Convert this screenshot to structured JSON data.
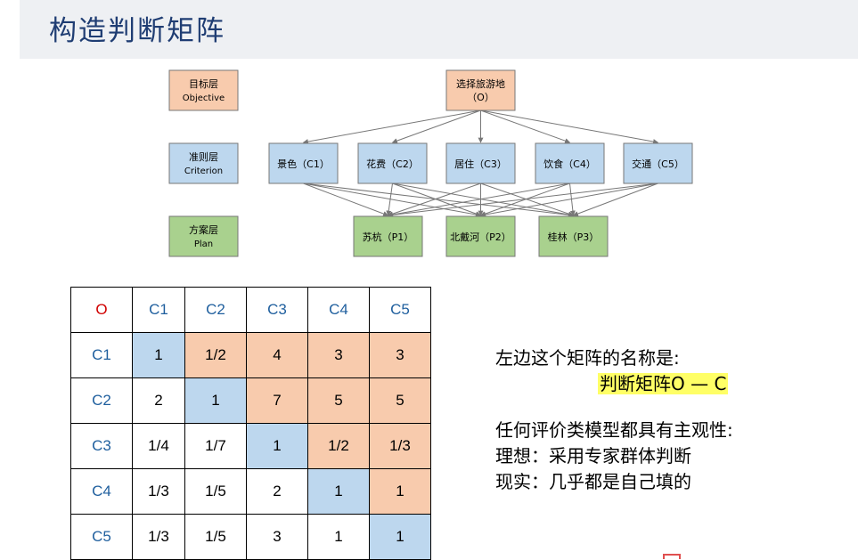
{
  "title": "构造判断矩阵",
  "hierarchy": {
    "levels": [
      {
        "name_cn": "目标层",
        "name_en": "Objective"
      },
      {
        "name_cn": "准则层",
        "name_en": "Criterion"
      },
      {
        "name_cn": "方案层",
        "name_en": "Plan"
      }
    ],
    "goal": {
      "line1": "选择旅游地",
      "line2": "（O）"
    },
    "criteria": [
      "景色（C1）",
      "花费（C2）",
      "居住（C3）",
      "饮食（C4）",
      "交通（C5）"
    ],
    "plans": [
      "苏杭（P1）",
      "北戴河（P2）",
      "桂林（P3）"
    ]
  },
  "colors": {
    "objective_fill": "#f8cbad",
    "criterion_fill": "#bdd7ee",
    "plan_fill": "#a9d18e",
    "diagonal_fill": "#bdd7ee",
    "upper_fill": "#f8cbad",
    "highlight": "#ffff66",
    "title_color": "#1f3d73"
  },
  "matrix": {
    "corner": "O",
    "headers": [
      "C1",
      "C2",
      "C3",
      "C4",
      "C5"
    ],
    "rows": [
      {
        "label": "C1",
        "cells": [
          "1",
          "1/2",
          "4",
          "3",
          "3"
        ]
      },
      {
        "label": "C2",
        "cells": [
          "2",
          "1",
          "7",
          "5",
          "5"
        ]
      },
      {
        "label": "C3",
        "cells": [
          "1/4",
          "1/7",
          "1",
          "1/2",
          "1/3"
        ]
      },
      {
        "label": "C4",
        "cells": [
          "1/3",
          "1/5",
          "2",
          "1",
          "1"
        ]
      },
      {
        "label": "C5",
        "cells": [
          "1/3",
          "1/5",
          "3",
          "1",
          "1"
        ]
      }
    ]
  },
  "notes": {
    "line1": "左边这个矩阵的名称是:",
    "matrix_name": "判断矩阵O — C",
    "line3": "任何评价类模型都具有主观性:",
    "line4": "理想：采用专家群体判断",
    "line5": "现实：几乎都是自己填的"
  }
}
